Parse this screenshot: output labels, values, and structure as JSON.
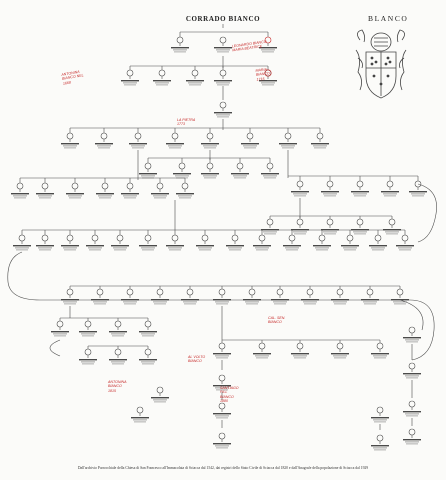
{
  "title": "CORRADO BIANCO",
  "family_name": "BLANCO",
  "footer": "Dall'archivio Parrocchiale della Chiesa di San Francesco all'Immacolata di Sciacca dal 1542, dai registri dello Stato Civile di Sciacca dal 1820 e dall'Anagrafe della popolazione di Sciacca dal 1929",
  "red_notes": {
    "n1": "LEONARDO BIANCO\nMARIA BEATRICE",
    "n2": "ANTONINA\nBIANCO NEL\n1668",
    "n3": "MARIA\nBIANCO\n1715",
    "n4": "LA PIETRA\n1773",
    "n5": "CAL. SEN.\nBIANCO",
    "n6": "ANTONINA\nBIANCO\n1815",
    "n7": "AL VOLTO\nBIANCO",
    "n8": "SANTIAGO\nPILL\nBIANCO\n1880"
  },
  "crest": {
    "icon": "coat-of-arms-icon"
  },
  "colors": {
    "ink": "#4a4a4a",
    "annotation": "#c62828",
    "background": "#fbfbf9"
  }
}
